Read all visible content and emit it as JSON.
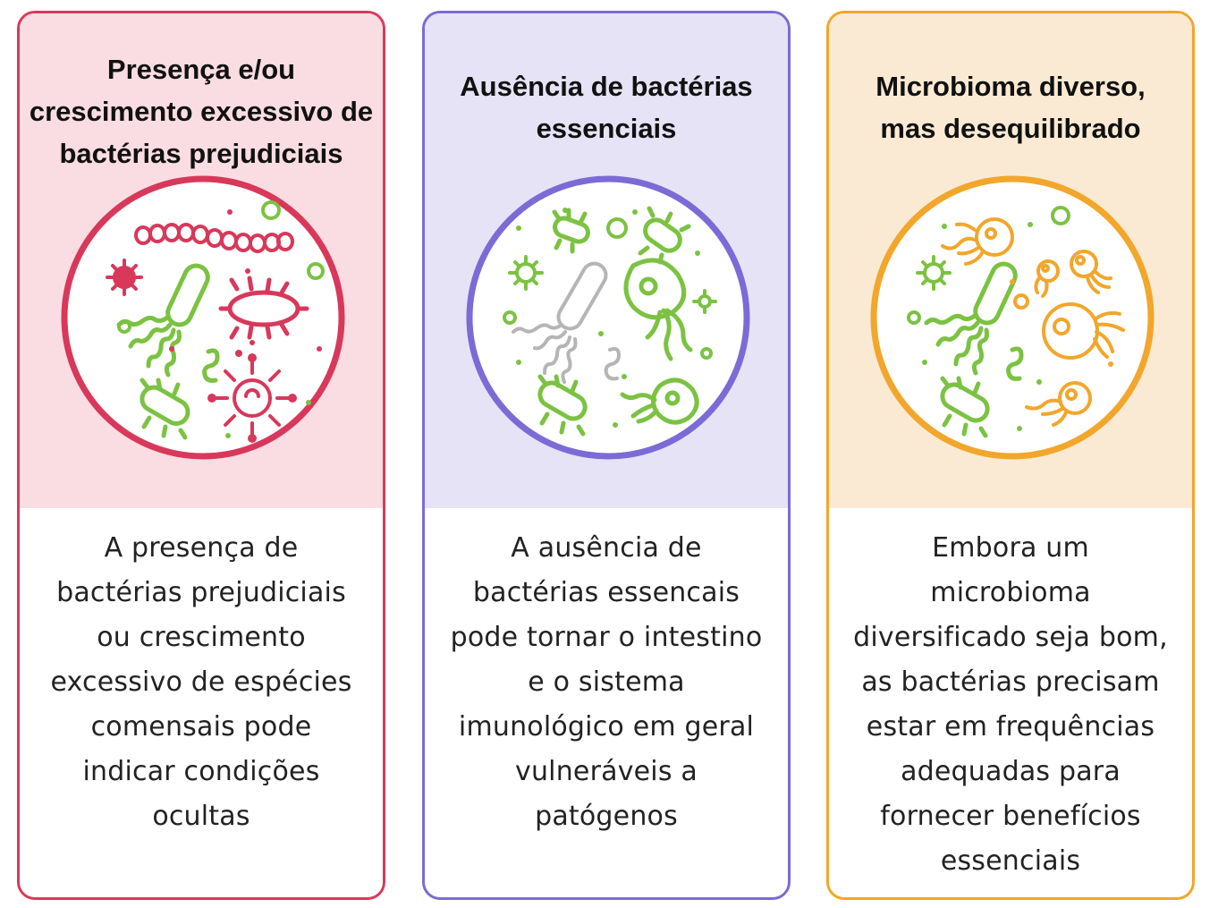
{
  "colors": {
    "red": "#d8385a",
    "purple": "#7b6bd6",
    "orange": "#f2a62b",
    "green": "#7cc242",
    "gray": "#b5b5b5"
  },
  "cards": [
    {
      "title": "Presença e/ou\ncrescimento excessivo de\nbactérias prejudiciais",
      "body": "A presença de\nbactérias prejudiciais\nou crescimento\nexcessivo de espécies\ncomensais pode\nindicar condições\nocultas",
      "illustration": "bacteria-dish-red-icon"
    },
    {
      "title": "Ausência de bactérias\nessenciais",
      "body": "A ausência de\nbactérias essencais\npode tornar o intestino\ne o sistema\nimunológico em geral\nvulneráveis a\npatógenos",
      "illustration": "bacteria-dish-purple-icon"
    },
    {
      "title": "Microbioma diverso,\nmas desequilibrado",
      "body": "Embora um\nmicrobioma\ndiversificado seja bom,\nas bactérias precisam\nestar em frequências\nadequadas para\nfornecer benefícios\nessenciais",
      "illustration": "bacteria-dish-orange-icon"
    }
  ]
}
